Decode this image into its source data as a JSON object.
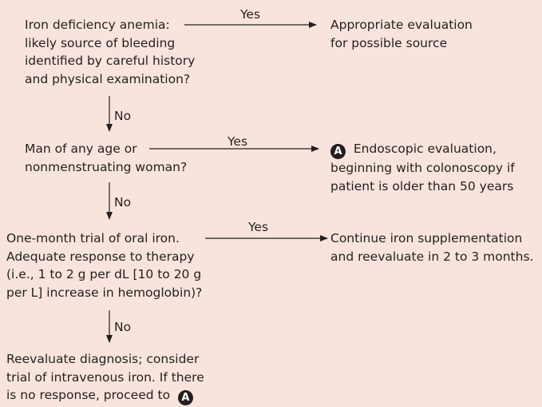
{
  "nodes": {
    "q1": [
      "Iron deficiency anemia:",
      "likely source of bleeding",
      "identified by careful history",
      "and physical examination?"
    ],
    "r1": [
      "Appropriate evaluation",
      "for possible source"
    ],
    "q2": [
      "Man of any age or",
      "nonmenstruating woman?"
    ],
    "r2_first": "Endoscopic evaluation,",
    "r2_rest": [
      "beginning with colonoscopy if",
      "patient is older than 50 years"
    ],
    "q3": [
      "One-month trial of oral iron.",
      "Adequate response to therapy",
      "(i.e., 1 to 2 g per dL [10 to 20 g",
      "per L] increase in hemoglobin)?"
    ],
    "r3": [
      "Continue iron supplementation",
      "and reevaluate in 2 to 3 months."
    ],
    "q4": [
      "Reevaluate diagnosis; consider",
      "trial of intravenous iron. If there"
    ],
    "q4_last": "is no response, proceed to"
  },
  "badge_letter": "A",
  "edge_labels": {
    "yes1": "Yes",
    "yes2": "Yes",
    "yes3": "Yes",
    "no1": "No",
    "no2": "No",
    "no3": "No"
  },
  "colors": {
    "background": "#f8e4dc",
    "ink": "#231f20"
  }
}
